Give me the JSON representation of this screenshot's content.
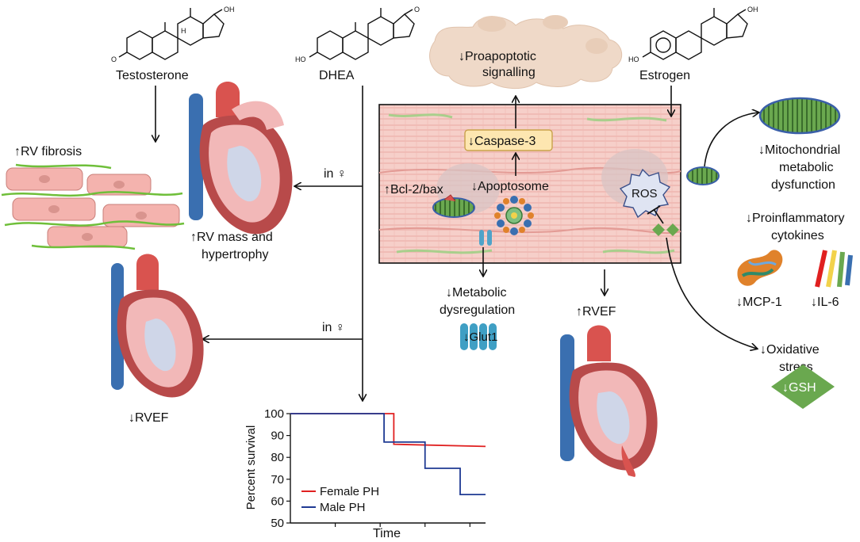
{
  "hormones": {
    "testosterone": "Testosterone",
    "dhea": "DHEA",
    "estrogen": "Estrogen"
  },
  "molecule_atoms": {
    "oh": "OH",
    "ho": "HO",
    "o": "O",
    "h": "H"
  },
  "labels": {
    "rv_fibrosis": "↑RV fibrosis",
    "rv_mass_1": "↑RV mass and",
    "rv_mass_2": "hypertrophy",
    "in_female_1": "in ♀",
    "in_female_2": "in ♀",
    "rvef_down": "↓RVEF",
    "rvef_up": "↑RVEF",
    "proapoptotic_1": "↓Proapoptotic",
    "proapoptotic_2": "signalling",
    "caspase": "↓Caspase-3",
    "bcl2": "↑Bcl-2/bax",
    "apoptosome": "↓Apoptosome",
    "ros": "ROS",
    "mito_1": "↓Mitochondrial",
    "mito_2": "metabolic",
    "mito_3": "dysfunction",
    "proinf_1": "↓Proinflammatory",
    "proinf_2": "cytokines",
    "mcp1": "↓MCP-1",
    "il6": "↓IL-6",
    "metabolic_1": "↓Metabolic",
    "metabolic_2": "dysregulation",
    "glut1": "↓Glut1",
    "oxidative_1": "↓Oxidative",
    "oxidative_2": "stress",
    "gsh": "↓GSH"
  },
  "colors": {
    "female": "#e02020",
    "male": "#1f3a93",
    "heart_red": "#d9534f",
    "heart_pink": "#f2b8b8",
    "heart_blue": "#3a6fb0",
    "cell_pink": "#f6c9c4",
    "mito_green": "#5a9a3a",
    "gsh_green": "#6aa84f",
    "caspase_fill": "#fde6b0"
  },
  "chart_data": {
    "type": "line",
    "step": true,
    "title": "",
    "xlabel": "Time",
    "ylabel": "Percent survival",
    "ylim": [
      50,
      100
    ],
    "yticks": [
      50,
      60,
      70,
      80,
      90,
      100
    ],
    "xlim": [
      0,
      10
    ],
    "series": [
      {
        "name": "Female PH",
        "color": "#e02020",
        "x": [
          0,
          5.3,
          5.3,
          10
        ],
        "y": [
          100,
          100,
          86,
          85
        ]
      },
      {
        "name": "Male PH",
        "color": "#1f3a93",
        "x": [
          0,
          4.8,
          4.8,
          6.9,
          6.9,
          8.7,
          8.7,
          10
        ],
        "y": [
          100,
          100,
          87,
          87,
          75,
          75,
          63,
          63
        ]
      }
    ],
    "legend": "bottom-left"
  }
}
